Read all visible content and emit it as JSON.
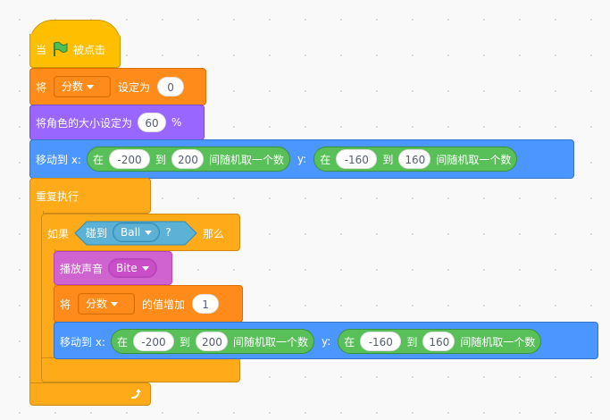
{
  "hat": {
    "when_label": "当",
    "clicked_label": "被点击",
    "flag_icon": "green-flag-icon"
  },
  "set_var": {
    "prefix": "将",
    "var_name": "分数",
    "suffix": "设定为",
    "value": "0"
  },
  "set_size": {
    "label": "将角色的大小设定为",
    "value": "60",
    "unit": "%"
  },
  "goto1": {
    "label": "移动到 x:",
    "x": {
      "in": "在",
      "from": "-200",
      "to_label": "到",
      "to": "200",
      "text": "间随机取一个数"
    },
    "y_label": "y:",
    "y": {
      "in": "在",
      "from": "-160",
      "to_label": "到",
      "to": "160",
      "text": "间随机取一个数"
    }
  },
  "forever": {
    "label": "重复执行",
    "loop_icon": "loop-arrow-icon"
  },
  "if_block": {
    "if_label": "如果",
    "touching": "碰到",
    "sprite": "Ball",
    "question": "?",
    "then_label": "那么"
  },
  "play_sound": {
    "label": "播放声音",
    "sound": "Bite"
  },
  "change_var": {
    "prefix": "将",
    "var_name": "分数",
    "suffix": "的值增加",
    "value": "1"
  },
  "goto2": {
    "label": "移动到 x:",
    "x": {
      "in": "在",
      "from": "-200",
      "to_label": "到",
      "to": "200",
      "text": "间随机取一个数"
    },
    "y_label": "y:",
    "y": {
      "in": "在",
      "from": "-160",
      "to_label": "到",
      "to": "160",
      "text": "间随机取一个数"
    }
  },
  "colors": {
    "events": "#ffbf00",
    "variables": "#ff8c1a",
    "looks": "#9966ff",
    "motion": "#4c97ff",
    "control": "#ffab19",
    "sound": "#cf63cf",
    "operators": "#59c059",
    "sensing": "#5cb1d6"
  }
}
